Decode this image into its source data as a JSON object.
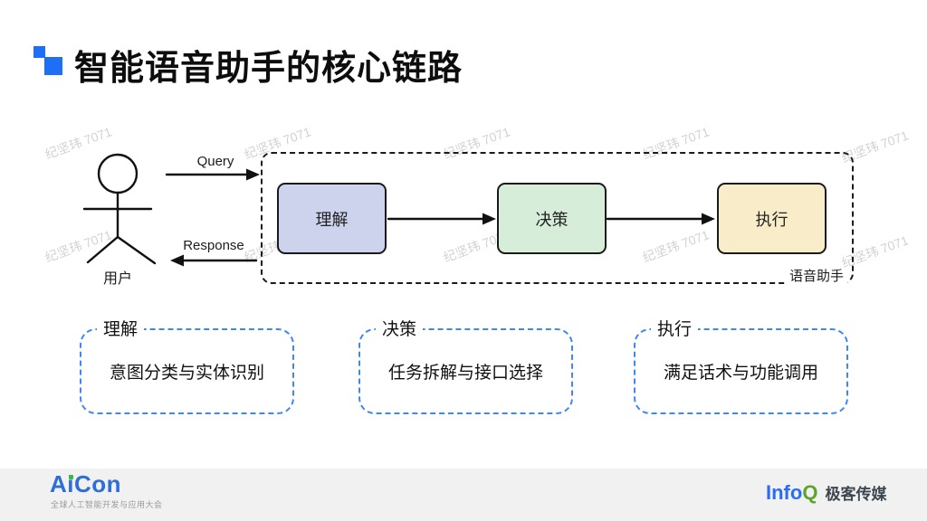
{
  "title": "智能语音助手的核心链路",
  "watermark": {
    "text": "纪坚玮 7071"
  },
  "diagram": {
    "user_label": "用户",
    "query_label": "Query",
    "response_label": "Response",
    "assistant_label": "语音助手",
    "stages": [
      {
        "label": "理解",
        "color": "#cdd3ec"
      },
      {
        "label": "决策",
        "color": "#d6edda"
      },
      {
        "label": "执行",
        "color": "#f9edc9"
      }
    ]
  },
  "details": [
    {
      "title": "理解",
      "content": "意图分类与实体识别"
    },
    {
      "title": "决策",
      "content": "任务拆解与接口选择"
    },
    {
      "title": "执行",
      "content": "满足话术与功能调用"
    }
  ],
  "theme": {
    "accent_blue": "#4285f4",
    "title_bullet_blue": "#1e6ef6",
    "stage_border": "#1a1a1a",
    "watermark_gray": "#d2d2d2"
  },
  "footer": {
    "aicon_logo": "AiCon",
    "aicon_subtitle": "全球人工智能开发与应用大会",
    "aicon_blue": "#2e6fd7",
    "aicon_green": "#3cb54a",
    "infoq_info": "Info",
    "infoq_q": "Q",
    "infoq_blue": "#2a6df4",
    "infoq_green": "#5da42d",
    "media_name": "极客传媒"
  }
}
